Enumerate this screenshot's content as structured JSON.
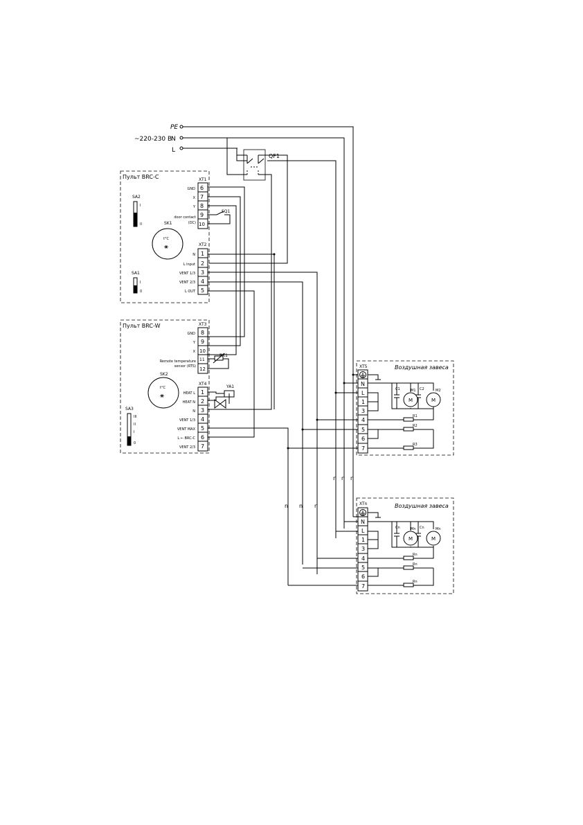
{
  "supply": {
    "pe": "PE",
    "n": "N",
    "l": "L",
    "voltage": "~220-230 В"
  },
  "breaker": "QF1",
  "brc_c": {
    "title": "Пульт BRC-C",
    "xt1": "XT1",
    "xt2": "XT2",
    "sa2": "SA2",
    "sa1": "SA1",
    "sk1": "SK1",
    "thermo": "t°C",
    "sq1": "SQ1",
    "sa2_marks": [
      "I",
      "II"
    ],
    "sa1_marks": [
      "I",
      "0"
    ],
    "xt1_rows": [
      {
        "label": "GND",
        "num": "6"
      },
      {
        "label": "X",
        "num": "7"
      },
      {
        "label": "Y",
        "num": "8"
      },
      {
        "label": "door contact",
        "num": "9"
      },
      {
        "label": "(DC)",
        "num": "10"
      }
    ],
    "xt2_rows": [
      {
        "label": "N",
        "num": "1"
      },
      {
        "label": "L input",
        "num": "2"
      },
      {
        "label": "VENT 1/3",
        "num": "3"
      },
      {
        "label": "VENT 2/3",
        "num": "4"
      },
      {
        "label": "L OUT",
        "num": "5"
      }
    ]
  },
  "brc_w": {
    "title": "Пульт BRC-W",
    "xt3": "XT3",
    "xt4": "XT4",
    "sk2": "SK2",
    "sa3": "SA3",
    "rk1": "RK1",
    "ya1": "YA1",
    "thermo": "t°C",
    "sensor_label_1": "Remote temperature",
    "sensor_label_2": "sensor (RTS)",
    "sa3_marks": [
      "III",
      "II",
      "I",
      "0"
    ],
    "xt3_rows": [
      {
        "label": "GND",
        "num": "8"
      },
      {
        "label": "Y",
        "num": "9"
      },
      {
        "label": "X",
        "num": "10"
      },
      {
        "label": "",
        "num": "11"
      },
      {
        "label": "",
        "num": "12"
      }
    ],
    "xt4_rows": [
      {
        "label": "HEAT L",
        "num": "1"
      },
      {
        "label": "HEAT N",
        "num": "2"
      },
      {
        "label": "N",
        "num": "3"
      },
      {
        "label": "VENT 1/3",
        "num": "4"
      },
      {
        "label": "VENT MAX",
        "num": "5"
      },
      {
        "label": "L ← BRC-C",
        "num": "6"
      },
      {
        "label": "VENT 2/3",
        "num": "7"
      }
    ]
  },
  "curtain1": {
    "title": "Воздушная завеса",
    "xt": "XT5",
    "terminals": [
      "N",
      "L",
      "1",
      "3",
      "4",
      "5",
      "6",
      "7"
    ],
    "c1": "C1",
    "c2": "C2",
    "m1": "M1",
    "m2": "M2",
    "motor": "M",
    "r1": "R1",
    "r2": "R2",
    "r3": "R3"
  },
  "curtain2": {
    "title": "Воздушная завеса",
    "xt": "XTn",
    "terminals": [
      "N",
      "L",
      "1",
      "3",
      "4",
      "5",
      "6",
      "7"
    ],
    "c1": "Cn",
    "c2": "Cn",
    "m1": "Mn",
    "m2": "Mn",
    "motor": "M",
    "r1": "Rn",
    "r2": "Rn",
    "r3": "Rn"
  },
  "bus_marks": [
    "n",
    "n",
    "n",
    "n",
    "n",
    "n"
  ]
}
